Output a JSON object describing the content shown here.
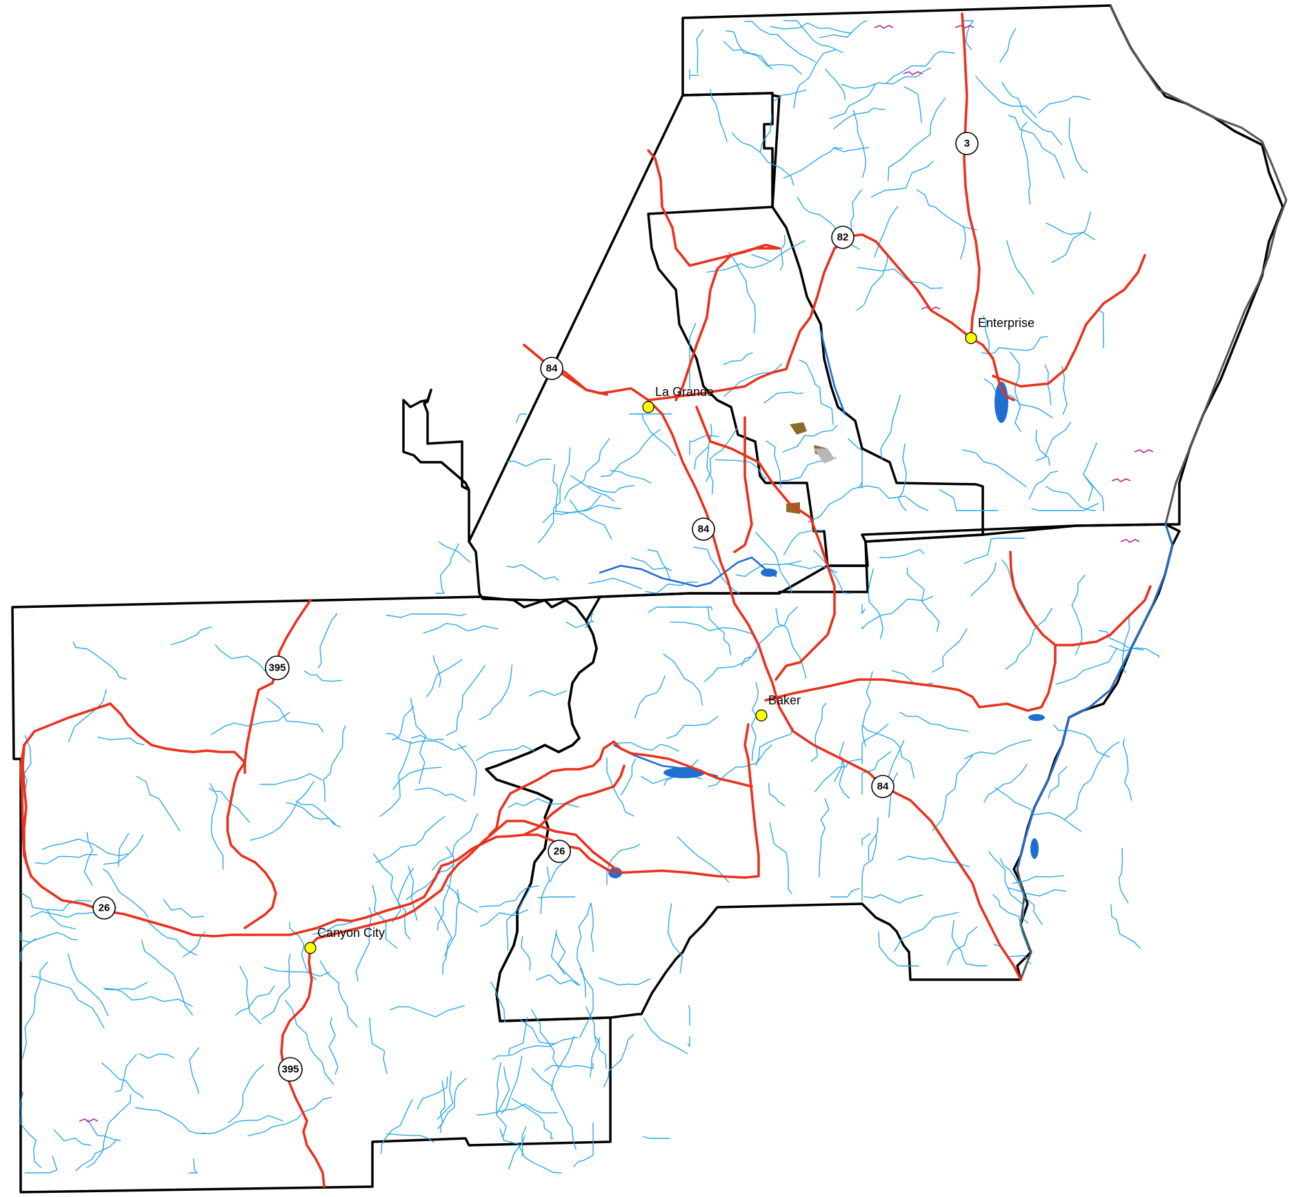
{
  "colors": {
    "background": "#ffffff",
    "boundary": "#000000",
    "stream": "#2aa7ea",
    "lake": "#1f6fd1",
    "road": "#e8321e",
    "city_marker": "#ffff00",
    "shield_fill": "#ffffff",
    "wetland": "#b5268c",
    "mine": "#8b6a2a"
  },
  "cities": [
    {
      "name": "La Grande"
    },
    {
      "name": "Enterprise"
    },
    {
      "name": "Baker"
    },
    {
      "name": "Canyon City"
    }
  ],
  "highway_shields": [
    {
      "label": "3"
    },
    {
      "label": "82"
    },
    {
      "label": "84"
    },
    {
      "label": "84"
    },
    {
      "label": "84"
    },
    {
      "label": "395"
    },
    {
      "label": "395"
    },
    {
      "label": "26"
    },
    {
      "label": "26"
    }
  ]
}
